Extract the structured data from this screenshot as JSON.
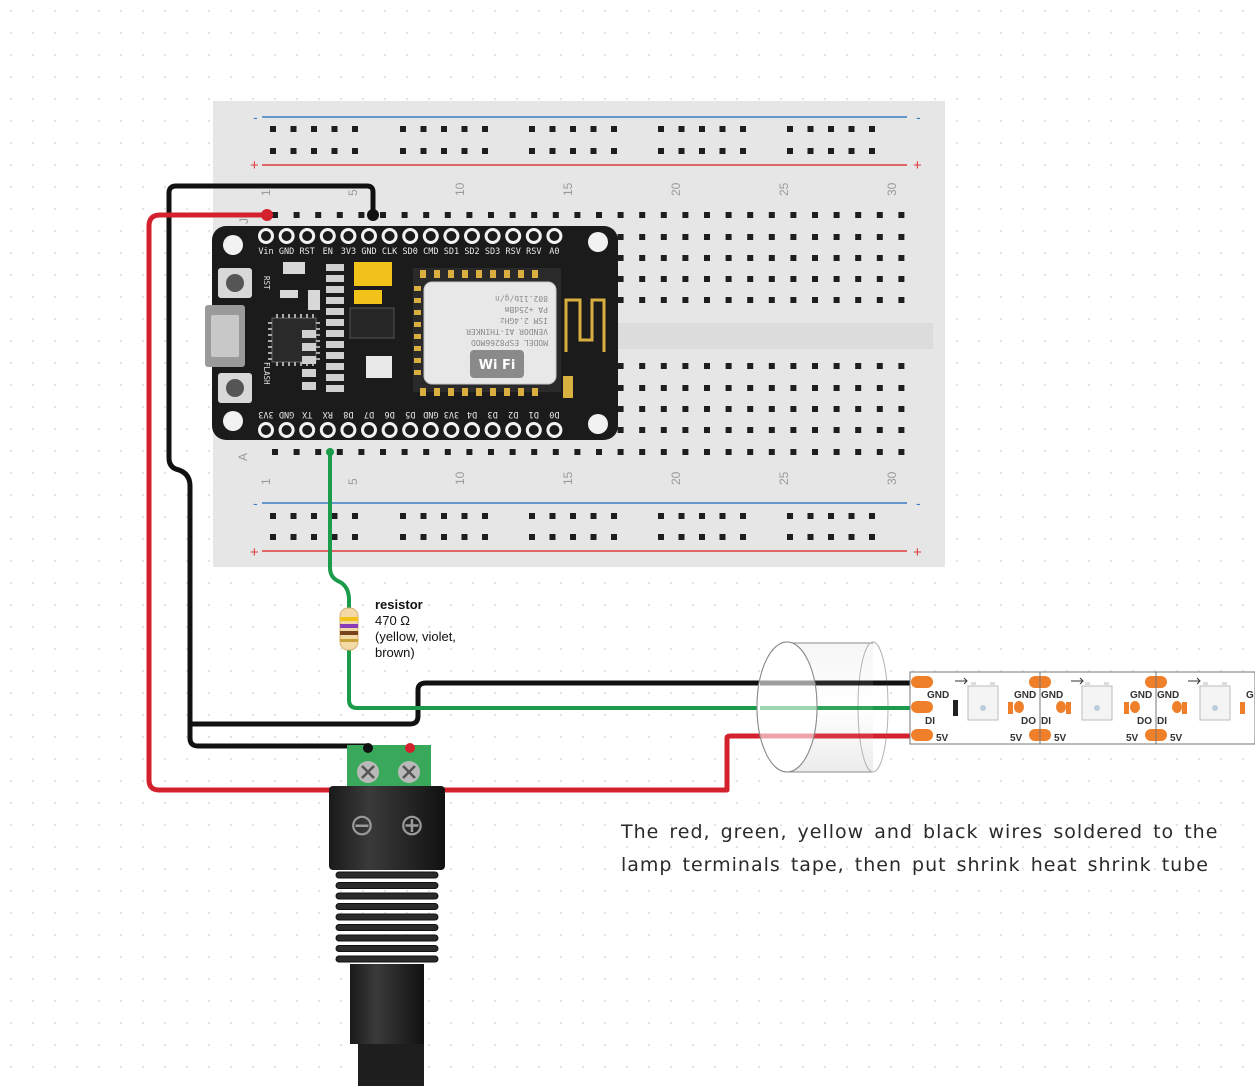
{
  "breadboard": {
    "rail_minus": "-",
    "rail_plus": "+",
    "column_numbers": [
      "1",
      "5",
      "10",
      "15",
      "20",
      "25",
      "30"
    ],
    "row_letters": [
      "J",
      "A"
    ]
  },
  "board": {
    "top_pins": [
      "Vin",
      "GND",
      "RST",
      "EN",
      "3V3",
      "GND",
      "CLK",
      "SD0",
      "CMD",
      "SD1",
      "SD2",
      "SD3",
      "RSV",
      "RSV",
      "A0"
    ],
    "bottom_pins": [
      "3V3",
      "GND",
      "TX",
      "RX",
      "D8",
      "D7",
      "D6",
      "D5",
      "GND",
      "3V3",
      "D4",
      "D3",
      "D2",
      "D1",
      "D0"
    ],
    "button_rst": "RST",
    "button_flash": "FLASH",
    "module_brand": "Wi Fi",
    "module_text": [
      "MODEL ESP8266MOD",
      "VENDOR AI-THINKER",
      "ISM 2.4GHz",
      "PA +25dBm",
      "802.11b/g/n"
    ]
  },
  "resistor": {
    "title": "resistor",
    "value": "470 Ω",
    "colors_line1": "(yellow, violet,",
    "colors_line2": "brown)"
  },
  "strip": {
    "labels_first": [
      "GND",
      "DI",
      "5V"
    ],
    "labels_segment": [
      "GND",
      "GND",
      "DO",
      "DI",
      "5V",
      "5V"
    ],
    "partial_label": "G"
  },
  "connector": {
    "minus_symbol": "⊖",
    "plus_symbol": "⊕"
  },
  "caption": {
    "line1": "The red, green, yellow and black wires soldered to the",
    "line2": "lamp terminals tape, then put shrink heat shrink tube"
  },
  "colors": {
    "wire_red": "#d3212d",
    "wire_black": "#111111",
    "wire_green": "#1a9c4a",
    "rail_blue": "#3a7cc4",
    "rail_red": "#e03a3a",
    "pad_orange": "#f07f2a",
    "board_black": "#1b1b1b",
    "terminal_green": "#3aa85a"
  }
}
